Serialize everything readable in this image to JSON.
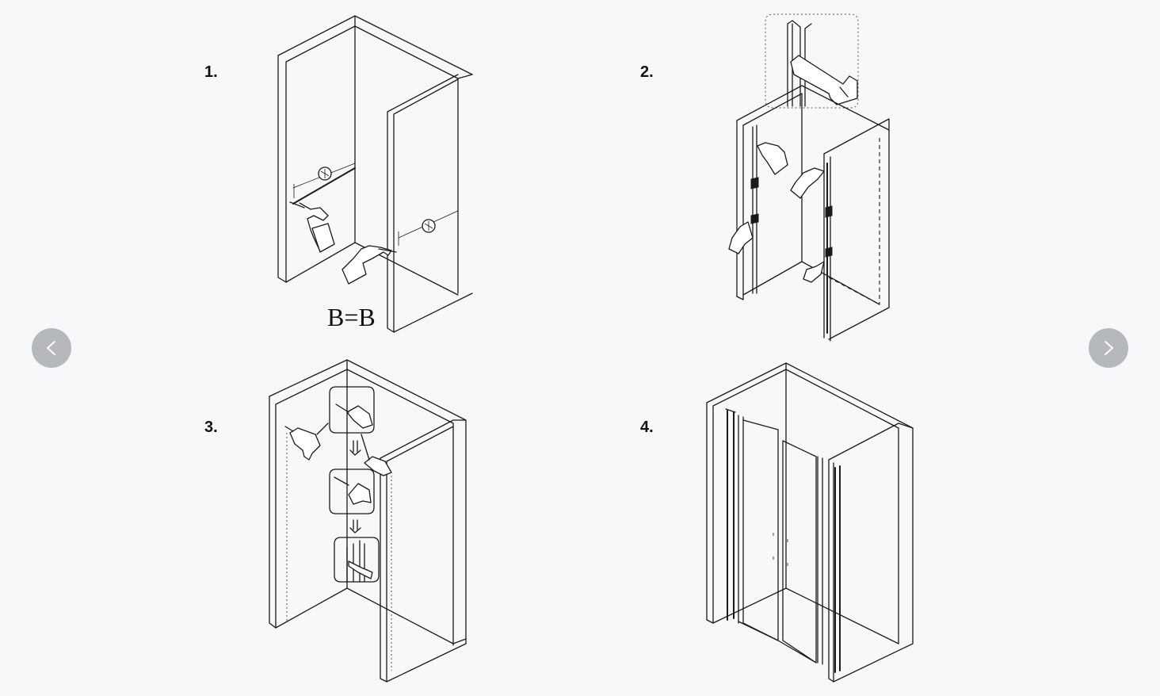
{
  "steps": [
    {
      "number": "1.",
      "annotation": "B=B"
    },
    {
      "number": "2."
    },
    {
      "number": "3."
    },
    {
      "number": "4."
    }
  ],
  "navigation": {
    "prev_icon": "chevron-left-icon",
    "next_icon": "chevron-right-icon",
    "button_color": "#b5b8bc"
  },
  "colors": {
    "background": "#f7f8fa",
    "line": "#1a1a1a"
  }
}
